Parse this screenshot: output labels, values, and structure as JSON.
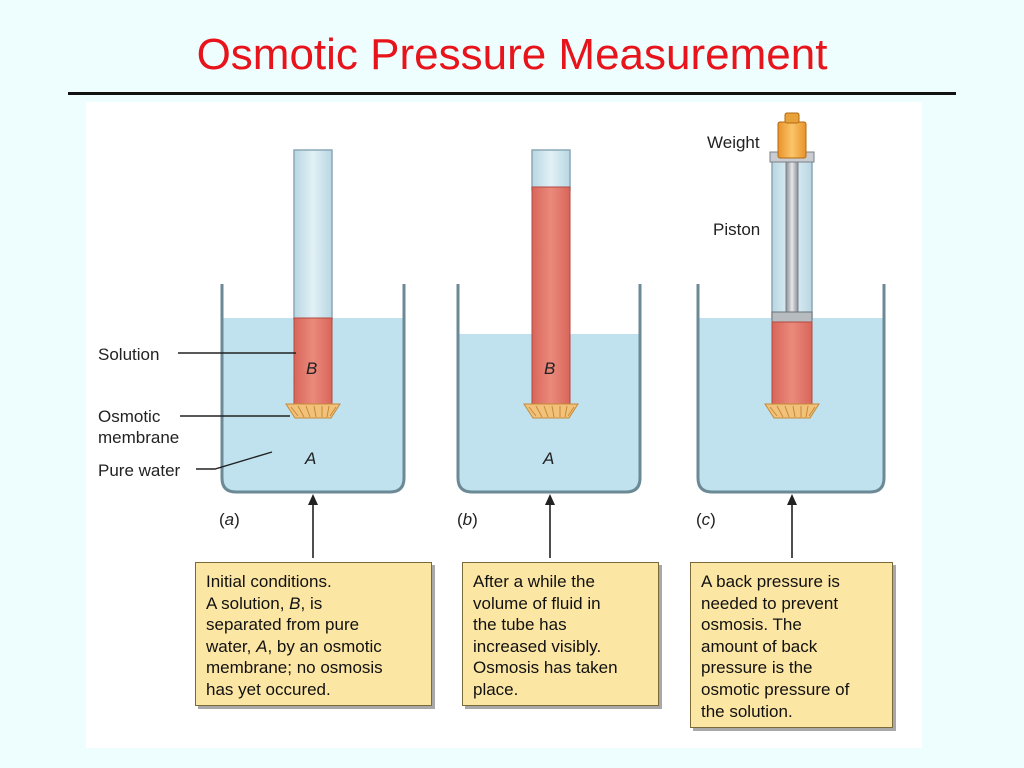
{
  "title": "Osmotic Pressure Measurement",
  "labels": {
    "solution": "Solution",
    "osmotic_membrane_1": "Osmotic",
    "osmotic_membrane_2": "membrane",
    "pure_water": "Pure water",
    "weight": "Weight",
    "piston": "Piston",
    "region_b": "B",
    "region_a": "A"
  },
  "panels": [
    {
      "tag_open": "(",
      "tag_letter": "a",
      "tag_close": ")"
    },
    {
      "tag_open": "(",
      "tag_letter": "b",
      "tag_close": ")"
    },
    {
      "tag_open": "(",
      "tag_letter": "c",
      "tag_close": ")"
    }
  ],
  "captions": {
    "a": {
      "line1": "Initial conditions.",
      "line2_pre": "A solution, ",
      "line2_em": "B",
      "line2_post": ", is",
      "line3": "separated from pure",
      "line4_pre": "water, ",
      "line4_em": "A",
      "line4_post": ", by an osmotic",
      "line5": "membrane; no osmosis",
      "line6": "has yet occured."
    },
    "b": {
      "line1": "After a while the",
      "line2": "volume of fluid in",
      "line3": "the tube has",
      "line4": "increased visibly.",
      "line5": "Osmosis has taken",
      "line6": "place."
    },
    "c": {
      "line1": "A back pressure is",
      "line2": "needed to prevent",
      "line3": "osmosis. The",
      "line4": "amount of back",
      "line5": "pressure is the",
      "line6": "osmotic pressure of",
      "line7": "the solution."
    }
  },
  "colors": {
    "title": "#e8141b",
    "water": "#bfe2ee",
    "solution": "#e27a6c",
    "tube_empty": "#d4e8f0",
    "caption_bg": "#fce6a4",
    "weight": "#f2a93b",
    "membrane": "#f3c27a"
  }
}
